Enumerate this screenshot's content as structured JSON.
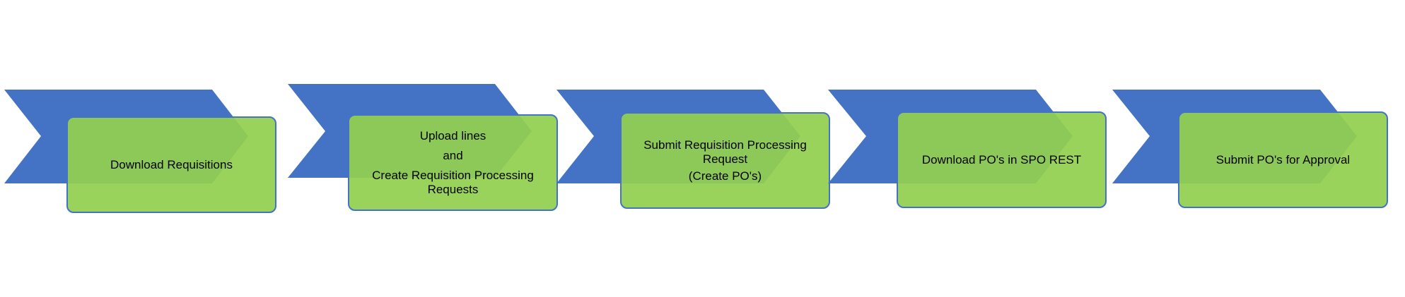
{
  "colors": {
    "chevron": "#4472C4",
    "box_fill": "#92D050",
    "box_border": "#4472C4",
    "text": "#000000"
  },
  "steps": [
    {
      "lines": [
        "Download Requisitions"
      ]
    },
    {
      "lines": [
        "Upload lines",
        "and",
        "Create Requisition Processing",
        "Requests"
      ]
    },
    {
      "lines": [
        "Submit Requisition Processing",
        "Request",
        "(Create PO's)"
      ]
    },
    {
      "lines": [
        "Download PO's in SPO REST"
      ]
    },
    {
      "lines": [
        "Submit PO's for Approval"
      ]
    }
  ]
}
